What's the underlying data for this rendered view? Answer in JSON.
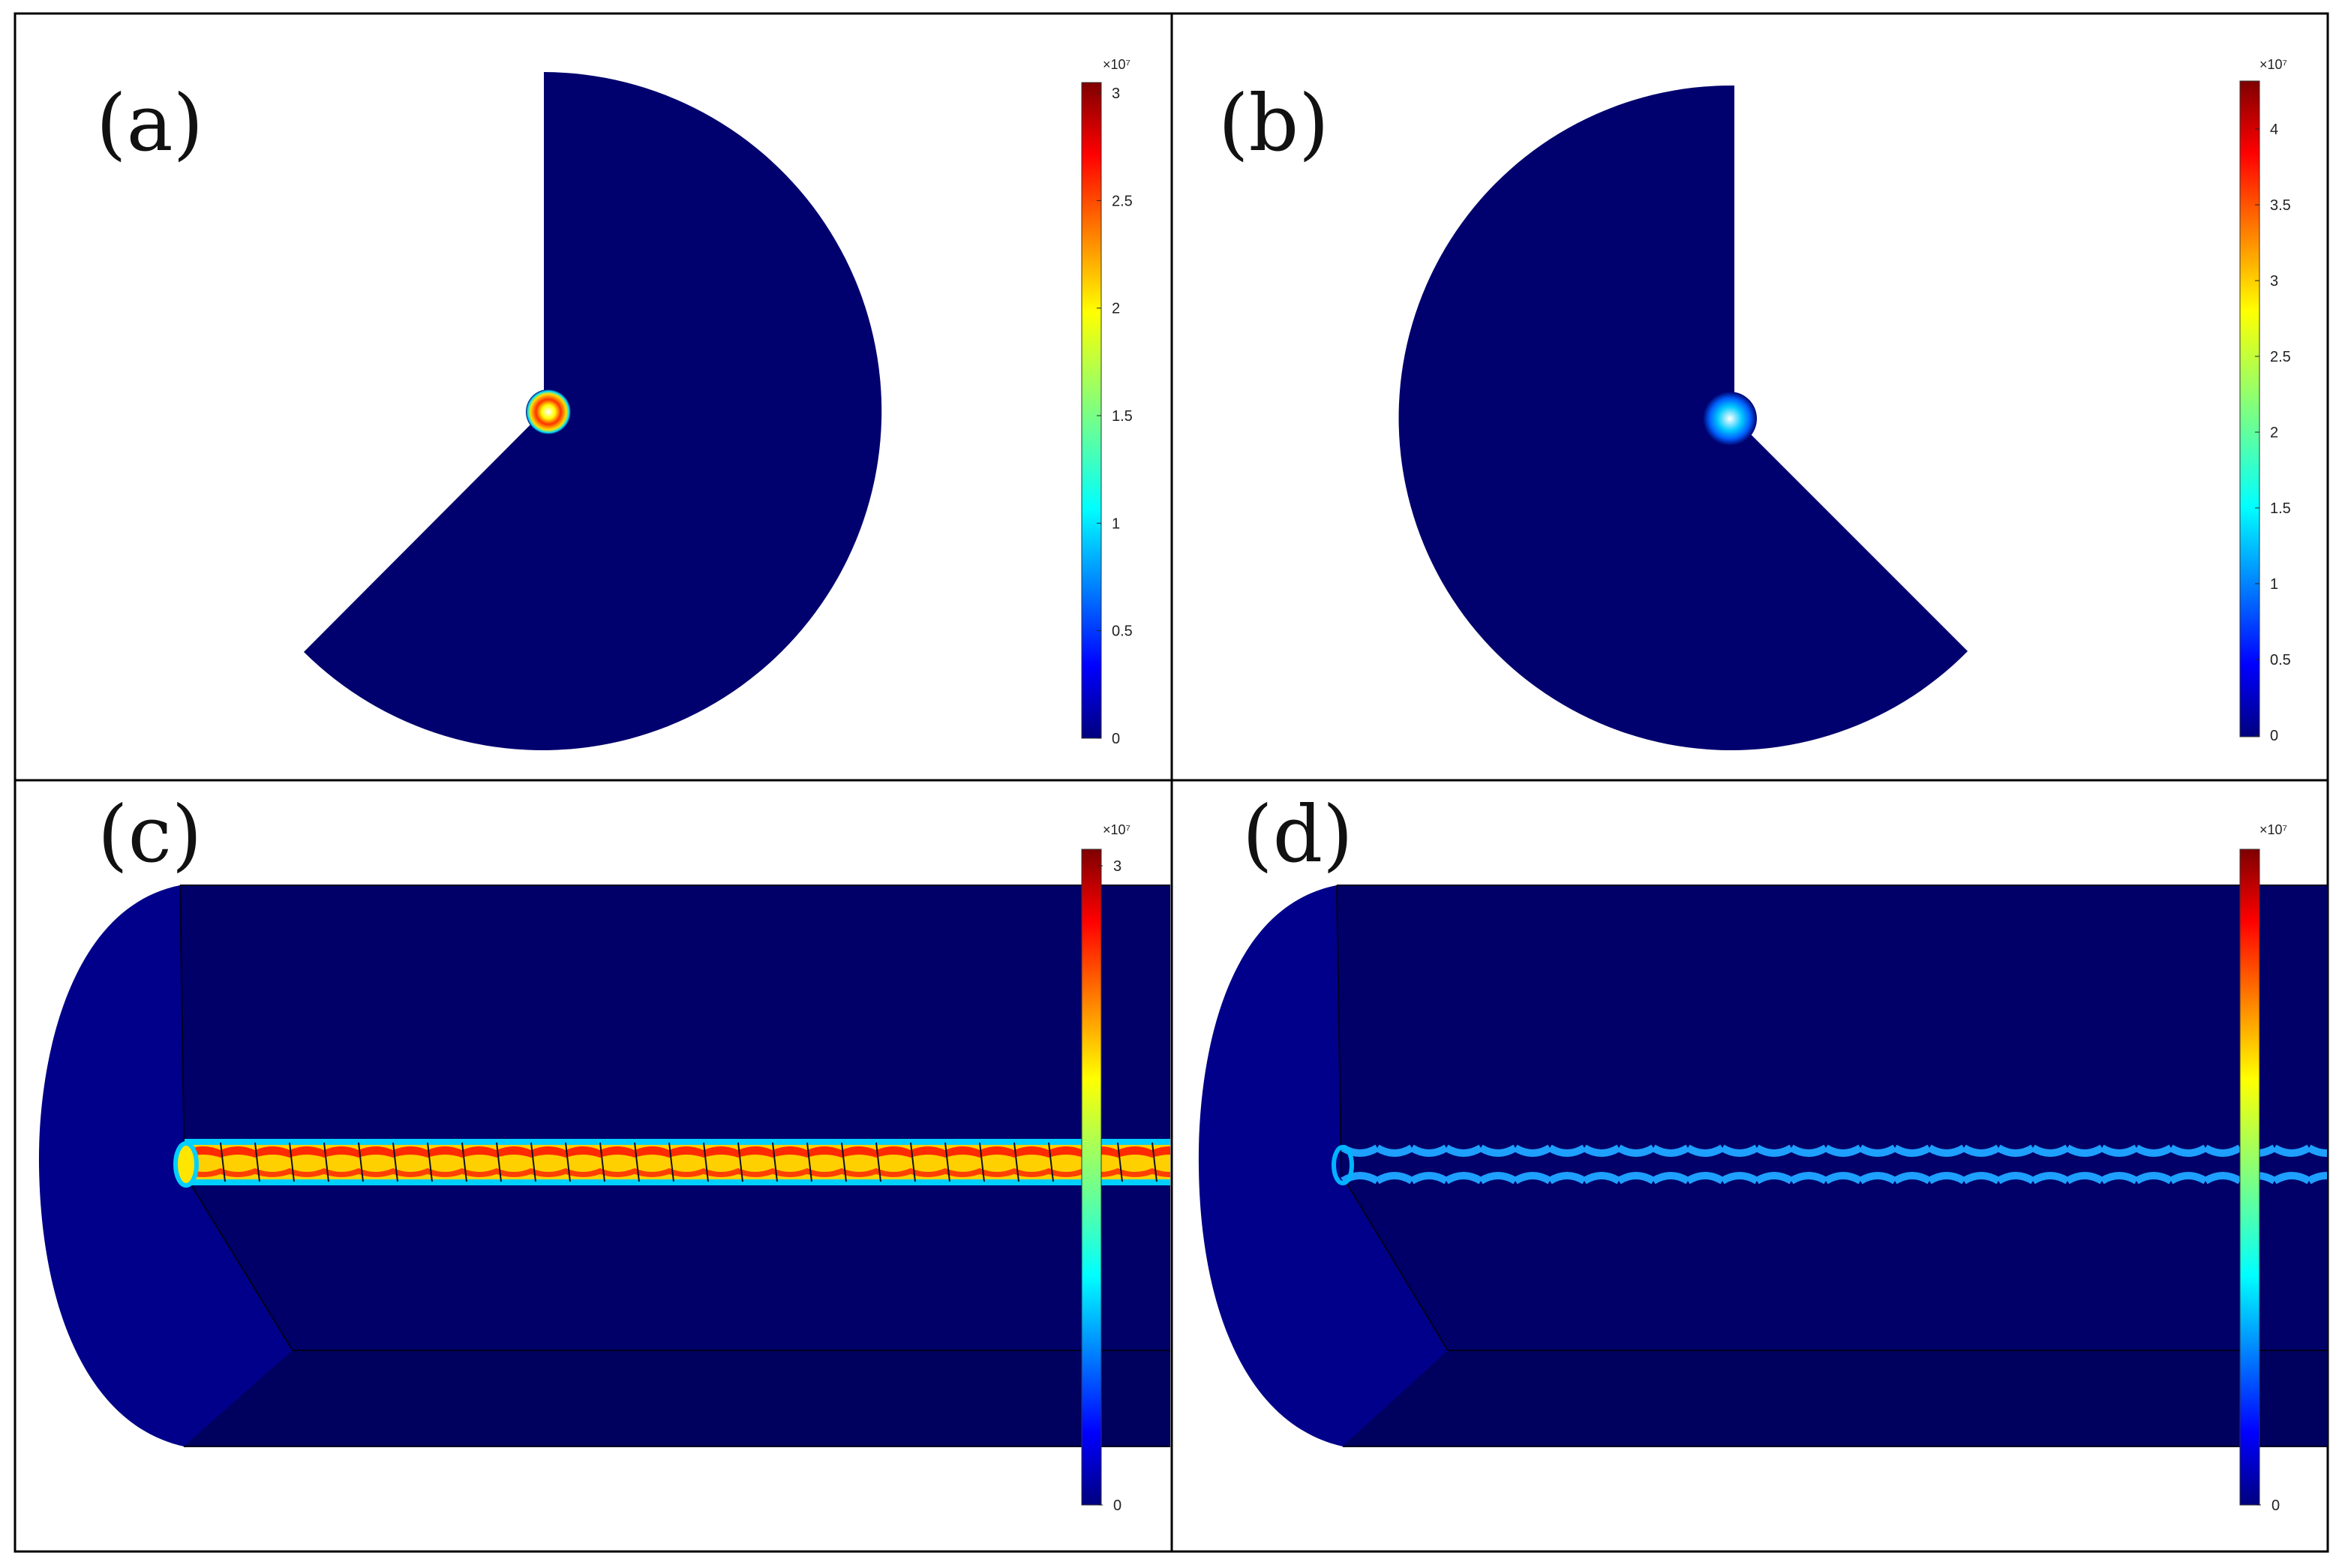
{
  "figure": {
    "panels": [
      {
        "id": "a",
        "label": "(a)",
        "colorbar": {
          "exponent": "×10⁷",
          "ticks": [
            "3",
            "2.5",
            "2",
            "1.5",
            "1",
            "0.5",
            "0"
          ]
        }
      },
      {
        "id": "b",
        "label": "(b)",
        "colorbar": {
          "exponent": "×10⁷",
          "ticks": [
            "4",
            "3.5",
            "3",
            "2.5",
            "2",
            "1.5",
            "1",
            "0.5",
            "0"
          ]
        }
      },
      {
        "id": "c",
        "label": "(c)",
        "colorbar": {
          "exponent": "×10⁷",
          "ticks": [
            "3",
            "0"
          ]
        }
      },
      {
        "id": "d",
        "label": "(d)",
        "colorbar": {
          "exponent": "×10⁷",
          "ticks": [
            "0"
          ]
        }
      }
    ],
    "colors": {
      "field": "#00006e",
      "background": "#ffffff",
      "border": "#000000"
    }
  }
}
